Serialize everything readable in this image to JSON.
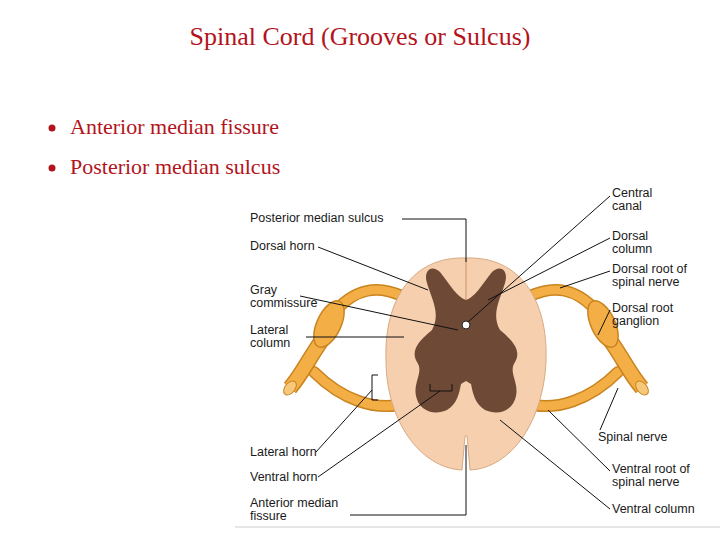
{
  "diagram": {
    "title": "Spinal Cord (Grooves or Sulcus)",
    "labels": [
      "Anterior median fissure",
      "Posterior median sulcus",
      "Posterior median sulcus",
      "Dorsal horn",
      "Gray commissure",
      "Lateral column",
      "Lateral horn",
      "Ventral horn",
      "Anterior median fissure",
      "Central canal",
      "Dorsal column",
      "Dorsal root of spinal nerve",
      "Dorsal root ganglion",
      "Spinal nerve",
      "Ventral root of spinal nerve",
      "Ventral column"
    ]
  }
}
